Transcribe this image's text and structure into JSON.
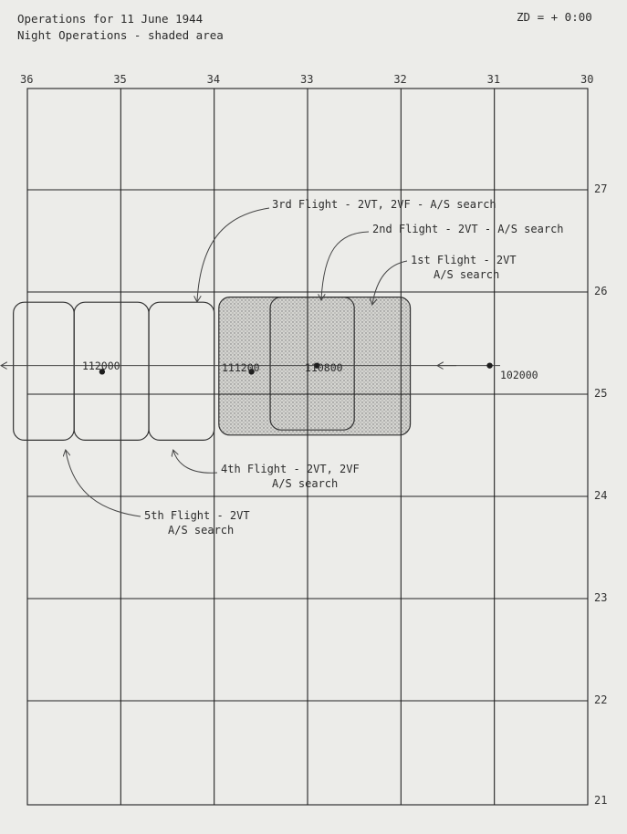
{
  "header": {
    "title": "Operations for 11 June 1944",
    "subtitle": "Night Operations - shaded area",
    "zone": "ZD = + 0:00"
  },
  "longitudes": [
    "36",
    "35",
    "34",
    "33",
    "32",
    "31",
    "30"
  ],
  "latitudes": [
    "27",
    "26",
    "25",
    "24",
    "23",
    "22",
    "21"
  ],
  "flights": [
    {
      "id": "f3",
      "line1": "3rd Flight - 2VT, 2VF - A/S search",
      "line2": ""
    },
    {
      "id": "f2",
      "line1": "2nd Flight - 2VT - A/S search",
      "line2": ""
    },
    {
      "id": "f1",
      "line1": "1st Flight - 2VT",
      "line2": "A/S search"
    },
    {
      "id": "f4",
      "line1": "4th Flight - 2VT, 2VF",
      "line2": "A/S search"
    },
    {
      "id": "f5",
      "line1": "5th Flight - 2VT",
      "line2": "A/S search"
    }
  ],
  "positions": [
    {
      "label": "102000",
      "lon": 31.05,
      "lat": 25.28
    },
    {
      "label": "110800",
      "lon": 32.9,
      "lat": 25.28
    },
    {
      "label": "111200",
      "lon": 33.6,
      "lat": 25.22
    },
    {
      "label": "112000",
      "lon": 35.2,
      "lat": 25.22
    }
  ],
  "search_areas": [
    {
      "flight": "1st",
      "lon_min": 31.9,
      "lon_max": 33.95,
      "lat_min": 24.6,
      "lat_max": 25.95,
      "night": true
    },
    {
      "flight": "2nd",
      "lon_min": 32.5,
      "lon_max": 33.4,
      "lat_min": 24.65,
      "lat_max": 25.95,
      "night": true
    },
    {
      "flight": "3rd",
      "lon_min": 34.0,
      "lon_max": 34.7,
      "lat_min": 24.55,
      "lat_max": 25.9,
      "night": false
    },
    {
      "flight": "4th",
      "lon_min": 34.7,
      "lon_max": 35.5,
      "lat_min": 24.55,
      "lat_max": 25.9,
      "night": false
    },
    {
      "flight": "5th",
      "lon_min": 35.5,
      "lon_max": 36.15,
      "lat_min": 24.55,
      "lat_max": 25.9,
      "night": false
    }
  ]
}
